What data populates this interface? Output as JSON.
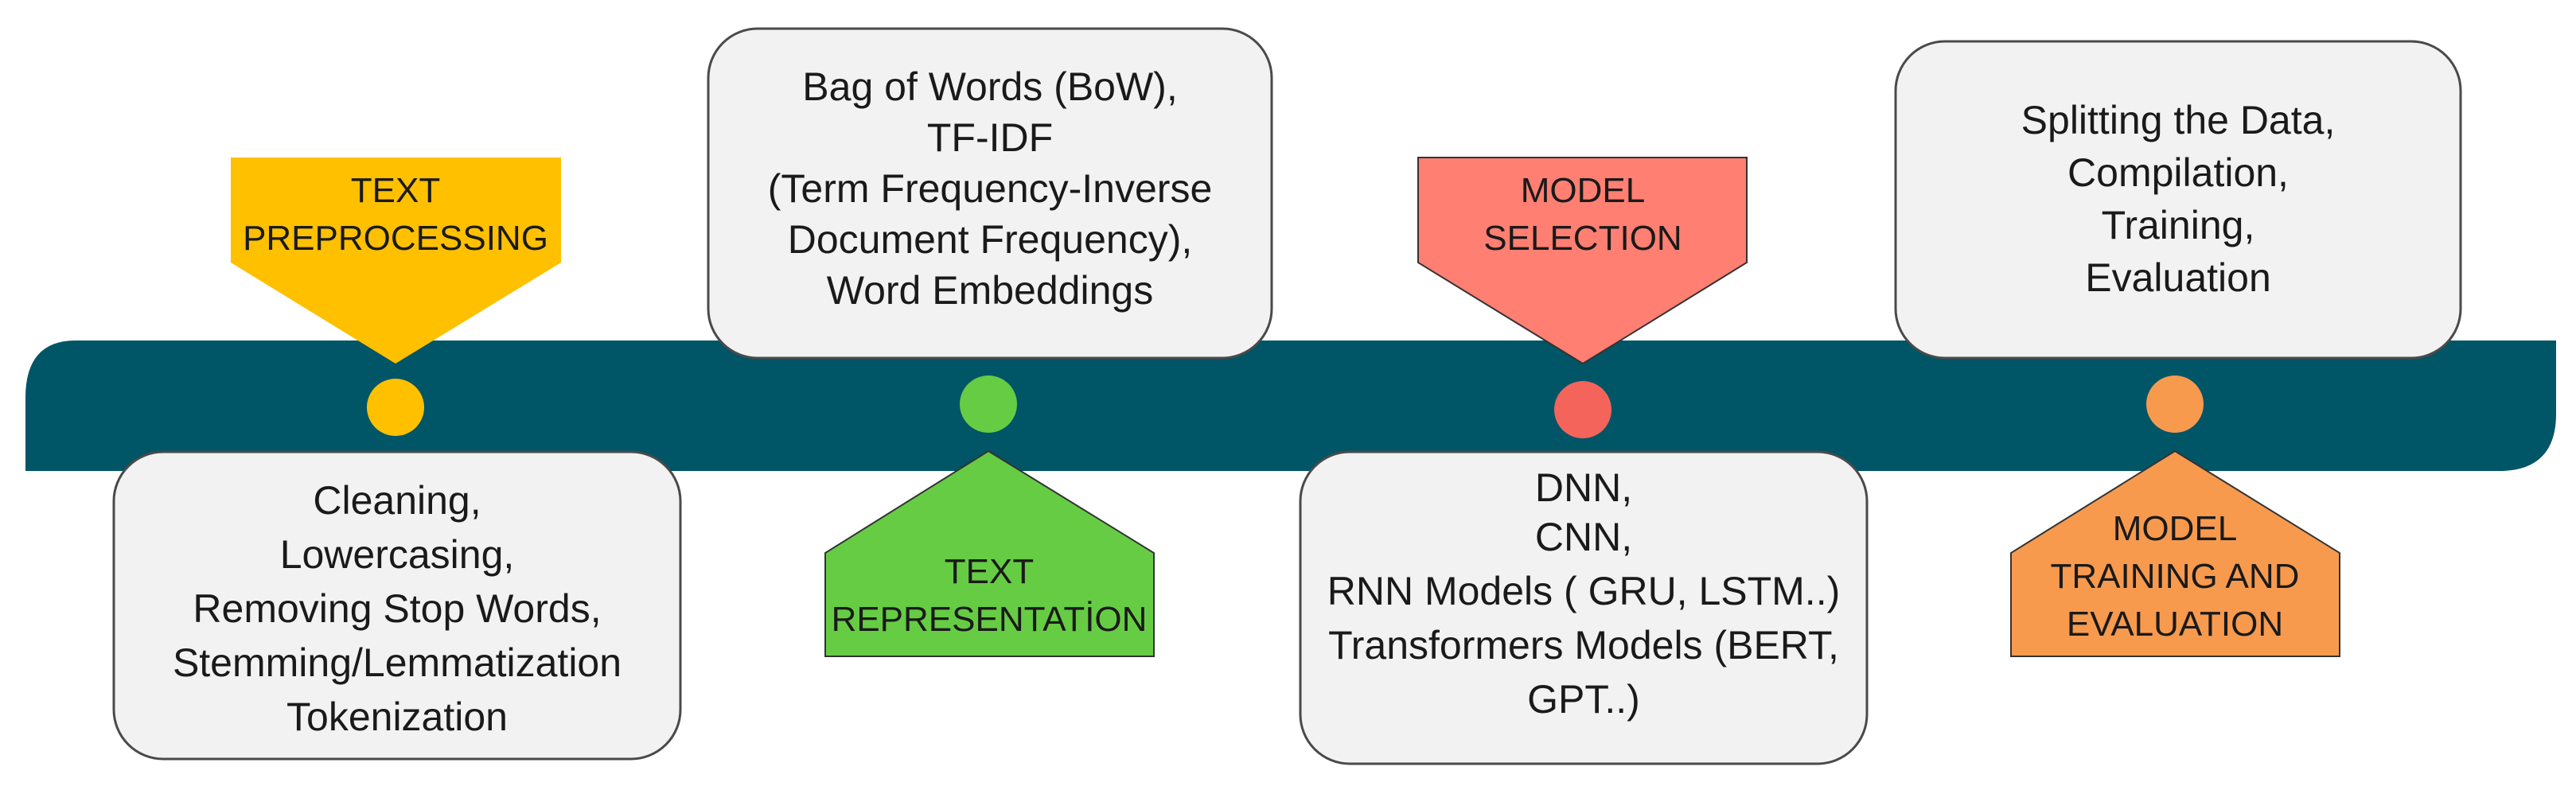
{
  "colors": {
    "timeline": "#005566",
    "box_fill": "#f2f2f2",
    "box_border": "#4a4a4a",
    "stage_1": "#ffc000",
    "stage_2": "#66cc44",
    "stage_3": "#ff7f72",
    "stage_4": "#f79a4e"
  },
  "stages": [
    {
      "tag_lines": [
        "TEXT",
        "PREPROCESSING"
      ],
      "detail_lines": [
        "Cleaning,",
        "Lowercasing,",
        "Removing Stop Words,",
        "Stemming/Lemmatization",
        "Tokenization"
      ]
    },
    {
      "tag_lines": [
        "TEXT",
        "REPRESENTATİON"
      ],
      "detail_lines": [
        "Bag of Words (BoW),",
        "TF-IDF",
        "(Term Frequency-Inverse",
        "Document Frequency),",
        "Word Embeddings"
      ]
    },
    {
      "tag_lines": [
        "MODEL",
        "SELECTION"
      ],
      "detail_lines": [
        "DNN,",
        "CNN,",
        "RNN Models ( GRU, LSTM..)",
        "Transformers Models (BERT,",
        "GPT..)"
      ]
    },
    {
      "tag_lines": [
        "MODEL",
        "TRAINING AND",
        "EVALUATION"
      ],
      "detail_lines": [
        "Splitting the Data,",
        "Compilation,",
        "Training,",
        "Evaluation"
      ]
    }
  ]
}
